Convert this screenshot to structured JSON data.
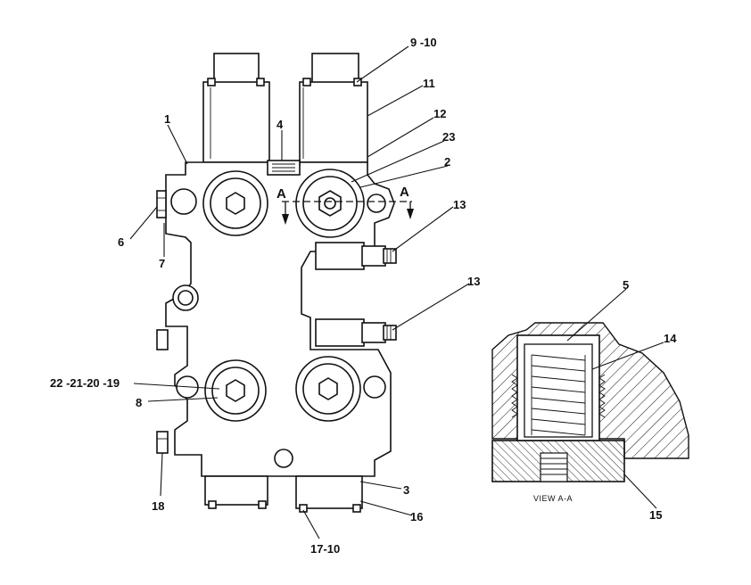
{
  "callouts": {
    "c1": "1",
    "c2": "2",
    "c3": "3",
    "c4": "4",
    "c5": "5",
    "c6": "6",
    "c7": "7",
    "c8": "8",
    "c9_10": "9 -10",
    "c11": "11",
    "c12": "12",
    "c13a": "13",
    "c13b": "13",
    "c14": "14",
    "c15": "15",
    "c16": "16",
    "c17_10": "17-10",
    "c18": "18",
    "c19_22": "22 -21-20 -19",
    "c23": "23"
  },
  "section_marker": {
    "left": "A",
    "right": "A"
  },
  "view_label": "VIEW A-A"
}
